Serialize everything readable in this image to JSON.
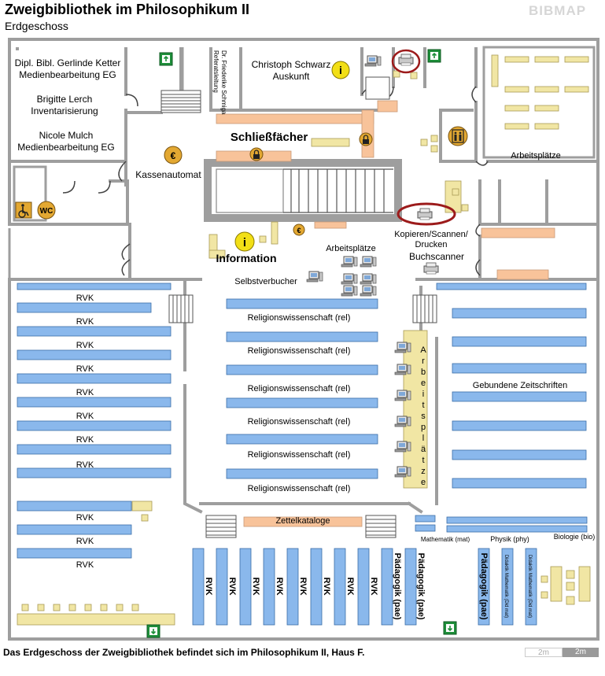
{
  "header": {
    "title": "Zweigbibliothek im Philosophikum II",
    "floor": "Erdgeschoss",
    "logo": "BIBMAP"
  },
  "footer": {
    "caption": "Das Erdgeschoss der Zweigbibliothek befindet sich im Philosophikum II, Haus F.",
    "scale_a": "2m",
    "scale_b": "2m"
  },
  "colors": {
    "wall": "#9e9e9e",
    "shelf": "#8ab8ec",
    "desk": "#f1e6a4",
    "orange": "#f8c39a",
    "icon_gold": "#e3a832",
    "highlight_ring": "#9c1b1b",
    "exit_green": "#1e8f3a"
  },
  "map": {
    "rooms": {
      "office_1": [
        "Dipl. Bibl. Gerlinde Ketter",
        "Medienbearbeitung EG"
      ],
      "office_2": [
        "Brigitte Lerch",
        "Inventarisierung"
      ],
      "office_3": [
        "Nicole Mulch",
        "Medienbearbeitung EG"
      ],
      "office_4": [
        "Dr. Friederike Schmiga",
        "Referatsleitung"
      ],
      "office_5": [
        "Christoph Schwarz",
        "Auskunft"
      ]
    },
    "areas": {
      "lockers": "Schließfächer",
      "cash_machine": "Kassenautomat",
      "information": "Information",
      "self_checkout": "Selbstverbucher",
      "workstations_center": "Arbeitsplätze",
      "workstations_ne": "Arbeitsplätze",
      "workstations_vertical": "Arbeitsplätze",
      "copy": [
        "Kopieren/Scannen/",
        "Drucken"
      ],
      "book_scanner": "Buchscanner",
      "catalogs": "Zettelkataloge"
    },
    "shelf_labels": {
      "west": [
        "RVK",
        "RVK",
        "RVK",
        "RVK",
        "RVK",
        "RVK",
        "RVK",
        "RVK",
        "RVK",
        "RVK",
        "RVK"
      ],
      "center": [
        "Religionswissenschaft (rel)",
        "Religionswissenschaft (rel)",
        "Religionswissenschaft (rel)",
        "Religionswissenschaft (rel)",
        "Religionswissenschaft (rel)",
        "Religionswissenschaft (rel)"
      ],
      "east": "Gebundene Zeitschriften",
      "south_rvk": [
        "RVK",
        "RVK",
        "RVK",
        "RVK",
        "RVK",
        "RVK",
        "RVK",
        "RVK"
      ],
      "south_pae": [
        "Pädagogik (pae)",
        "Pädagogik (pae)",
        "Pädagogik (pae)"
      ],
      "mathematik": "Mathematik (mat)",
      "physik": "Physik (phy)",
      "biologie": "Biologie (bio)",
      "didaktik": [
        "Didaktik Mathematik (Did mat)",
        "Didaktik Mathematik (Did mat)"
      ]
    },
    "icons": {
      "info": "i",
      "euro": "€",
      "lock": "lock-icon",
      "wc": "WC",
      "accessible": "wheelchair-icon",
      "elevator": "elevator-icon",
      "exit": "exit-icon",
      "printer": "printer-icon",
      "computer": "computer-icon"
    }
  }
}
